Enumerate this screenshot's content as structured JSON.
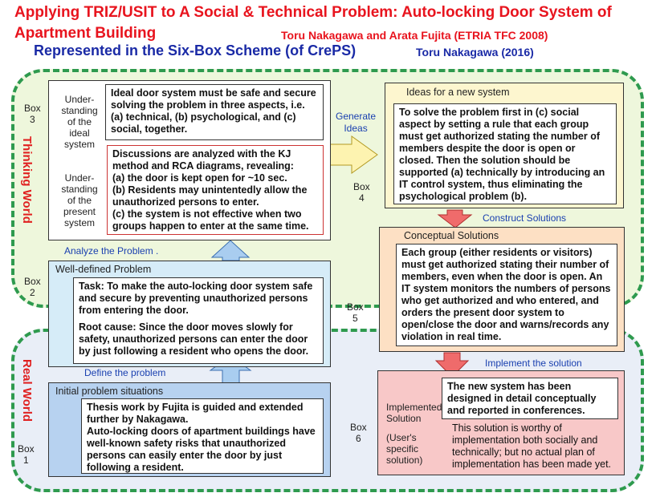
{
  "header": {
    "title_line1": "Applying TRIZ/USIT to A Social & Technical Problem: Auto-locking Door System of",
    "title_line2": "Apartment Building",
    "authors": "Toru Nakagawa and Arata Fujita  (ETRIA TFC 2008)",
    "subtitle": "Represented in the Six-Box Scheme (of CrePS)",
    "author2": "Toru Nakagawa (2016)"
  },
  "worlds": {
    "thinking": "Thinking World",
    "real": "Real World"
  },
  "box3": {
    "num": "Box\n3",
    "label_ideal": "Under-\nstanding\nof the\nideal\nsystem",
    "label_present": "Under-\nstanding\nof the\npresent\nsystem",
    "ideal_text": "Ideal door system must be safe and secure solving the problem in three aspects, i.e. (a) technical, (b) psychological, and (c) social, together.",
    "present_text": "Discussions are analyzed with the KJ method and RCA diagrams, revealing:\n(a) the door is kept open for ~10 sec.\n(b) Residents may unintentedly allow the unauthorized persons to enter.\n(c) the system is not effective when two groups happen to enter at the same time."
  },
  "box2": {
    "num": "Box\n2",
    "header": "Well-defined Problem",
    "task": "Task: To make the auto-locking door system safe and secure by preventing unauthorized persons from entering the door.",
    "root": "Root cause:  Since the door moves slowly for safety, unauthorized persons can enter the door by just following a resident who opens the door."
  },
  "box1": {
    "num": "Box\n1",
    "header": "Initial problem situations",
    "text": "Thesis work by Fujita is guided and extended further by Nakagawa.\nAuto-locking doors of apartment buildings have well-known safety risks that unauthorized persons can easily enter the door by just following a resident."
  },
  "box4": {
    "num": "Box\n4",
    "header": "Ideas for a new system",
    "text": "To solve the problem first in (c) social aspect by setting a rule that each group must get authorized stating the number of members despite the door is open or closed. Then the solution should be supported (a) technically by introducing an IT control system, thus eliminating the psychological problem (b)."
  },
  "box5": {
    "num": "Box\n5",
    "header": "Conceptual Solutions",
    "text": "Each group (either residents or visitors) must get authorized stating their number of members, even when the door is open. An IT system monitors the numbers of persons who get authorized and who entered, and orders the present door system to open/close the door and warns/records any violation in real time."
  },
  "box6": {
    "num": "Box\n6",
    "label": "Implemented\nSolution",
    "label2": "(User's\nspecific\nsolution)",
    "text": "The new system has been designed in detail conceptually and reported in conferences.",
    "note": "This solution is worthy of implementation both socially and technically; but no actual plan of implementation has been made yet."
  },
  "arrows": {
    "generate": "Generate\nIdeas",
    "analyze": "Analyze the Problem .",
    "define": "Define the problem",
    "construct": "Construct Solutions",
    "implement": "Implement  the solution"
  },
  "colors": {
    "title_red": "#e8141e",
    "title_blue": "#1a2aa6",
    "border_green": "#2e9a4e",
    "box4_fill": "#fdf6cf",
    "box5_fill": "#fde0c4",
    "box6_fill": "#f8c8c8",
    "box2_fill": "#d6ecf8",
    "box1_fill": "#b7d2f0"
  }
}
